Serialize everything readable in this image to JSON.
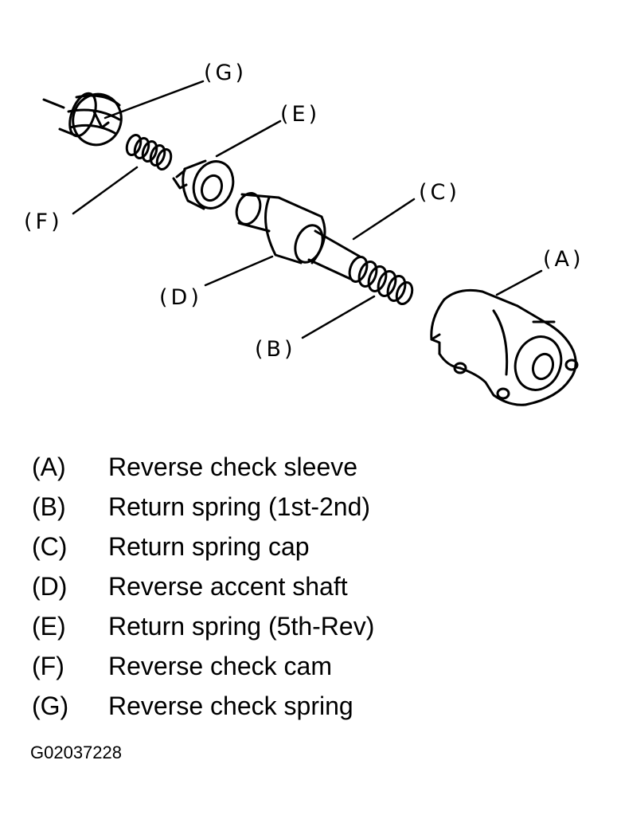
{
  "callouts": {
    "a": "(A)",
    "b": "(B)",
    "c": "(C)",
    "d": "(D)",
    "e": "(E)",
    "f": "(F)",
    "g": "(G)"
  },
  "legend": [
    {
      "key": "(A)",
      "label": "Reverse check sleeve"
    },
    {
      "key": "(B)",
      "label": "Return spring (1st-2nd)"
    },
    {
      "key": "(C)",
      "label": "Return spring cap"
    },
    {
      "key": "(D)",
      "label": "Reverse accent shaft"
    },
    {
      "key": "(E)",
      "label": "Return spring (5th-Rev)"
    },
    {
      "key": "(F)",
      "label": "Reverse check cam"
    },
    {
      "key": "(G)",
      "label": "Reverse check spring"
    }
  ],
  "figure_code": "G02037228"
}
